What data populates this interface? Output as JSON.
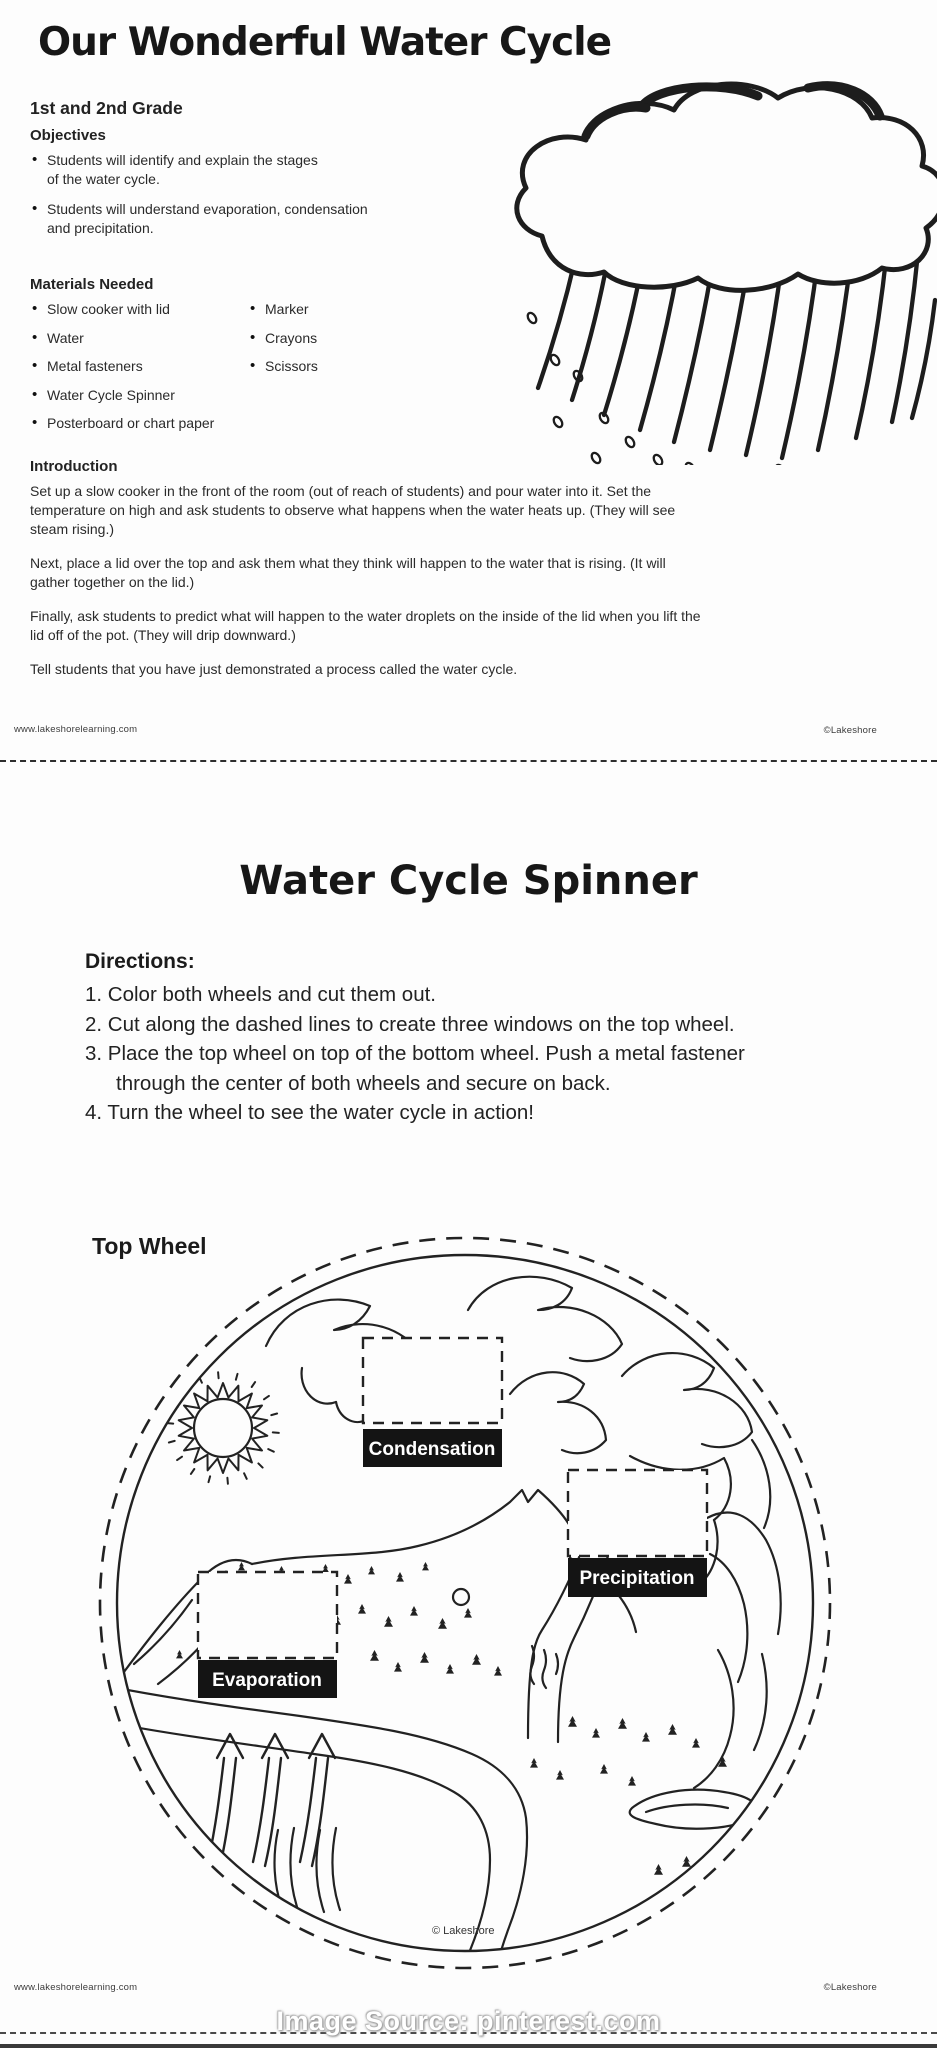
{
  "colors": {
    "ink": "#222222",
    "label_bg": "#141414",
    "label_text": "#ffffff",
    "page_bg": "#fdfdfd"
  },
  "page1": {
    "title": "Our Wonderful Water Cycle",
    "grade_level": "1st and 2nd Grade",
    "objectives_heading": "Objectives",
    "objectives": [
      "Students will identify and explain the stages\nof the water cycle.",
      "Students will understand evaporation, condensation\nand precipitation."
    ],
    "materials_heading": "Materials Needed",
    "materials_col1": [
      "Slow cooker with lid",
      "Water",
      "Metal fasteners",
      "Water Cycle Spinner",
      "Posterboard or chart paper"
    ],
    "materials_col2": [
      "Marker",
      "Crayons",
      "Scissors"
    ],
    "introduction_heading": "Introduction",
    "introduction_paragraphs": [
      "Set up a slow cooker in the front of the room (out of reach of students) and pour water into it. Set the\ntemperature on high and ask students to observe what happens when the water heats up. (They will see\nsteam rising.)",
      "Next, place a lid over the top and ask them what they think will happen to the water that is rising. (It will\ngather together on the lid.)",
      "Finally, ask students to predict what will happen to the water droplets on the inside of the lid when you lift the\nlid off of the pot. (They will drip downward.)",
      "Tell students that you have just demonstrated a process called the water cycle."
    ],
    "footer": {
      "website": "www.lakeshorelearning.com",
      "copyright": "©Lakeshore"
    }
  },
  "page2": {
    "title": "Water Cycle Spinner",
    "directions_heading": "Directions:",
    "directions": [
      "1. Color both wheels and cut them out.",
      "2. Cut along the dashed lines to create three windows on the top wheel.",
      "3. Place the top wheel on top of the bottom wheel. Push a metal fastener\nthrough the center of both wheels and secure on back.",
      "4. Turn the wheel to see the water cycle in action!"
    ],
    "wheel_heading": "Top Wheel",
    "wheel": {
      "window_labels": {
        "condensation": "Condensation",
        "precipitation": "Precipitation",
        "evaporation": "Evaporation"
      },
      "copyright": "© Lakeshore"
    },
    "footer": {
      "website": "www.lakeshorelearning.com",
      "copyright": "©Lakeshore"
    }
  },
  "watermark": "Image Source: pinterest.com"
}
